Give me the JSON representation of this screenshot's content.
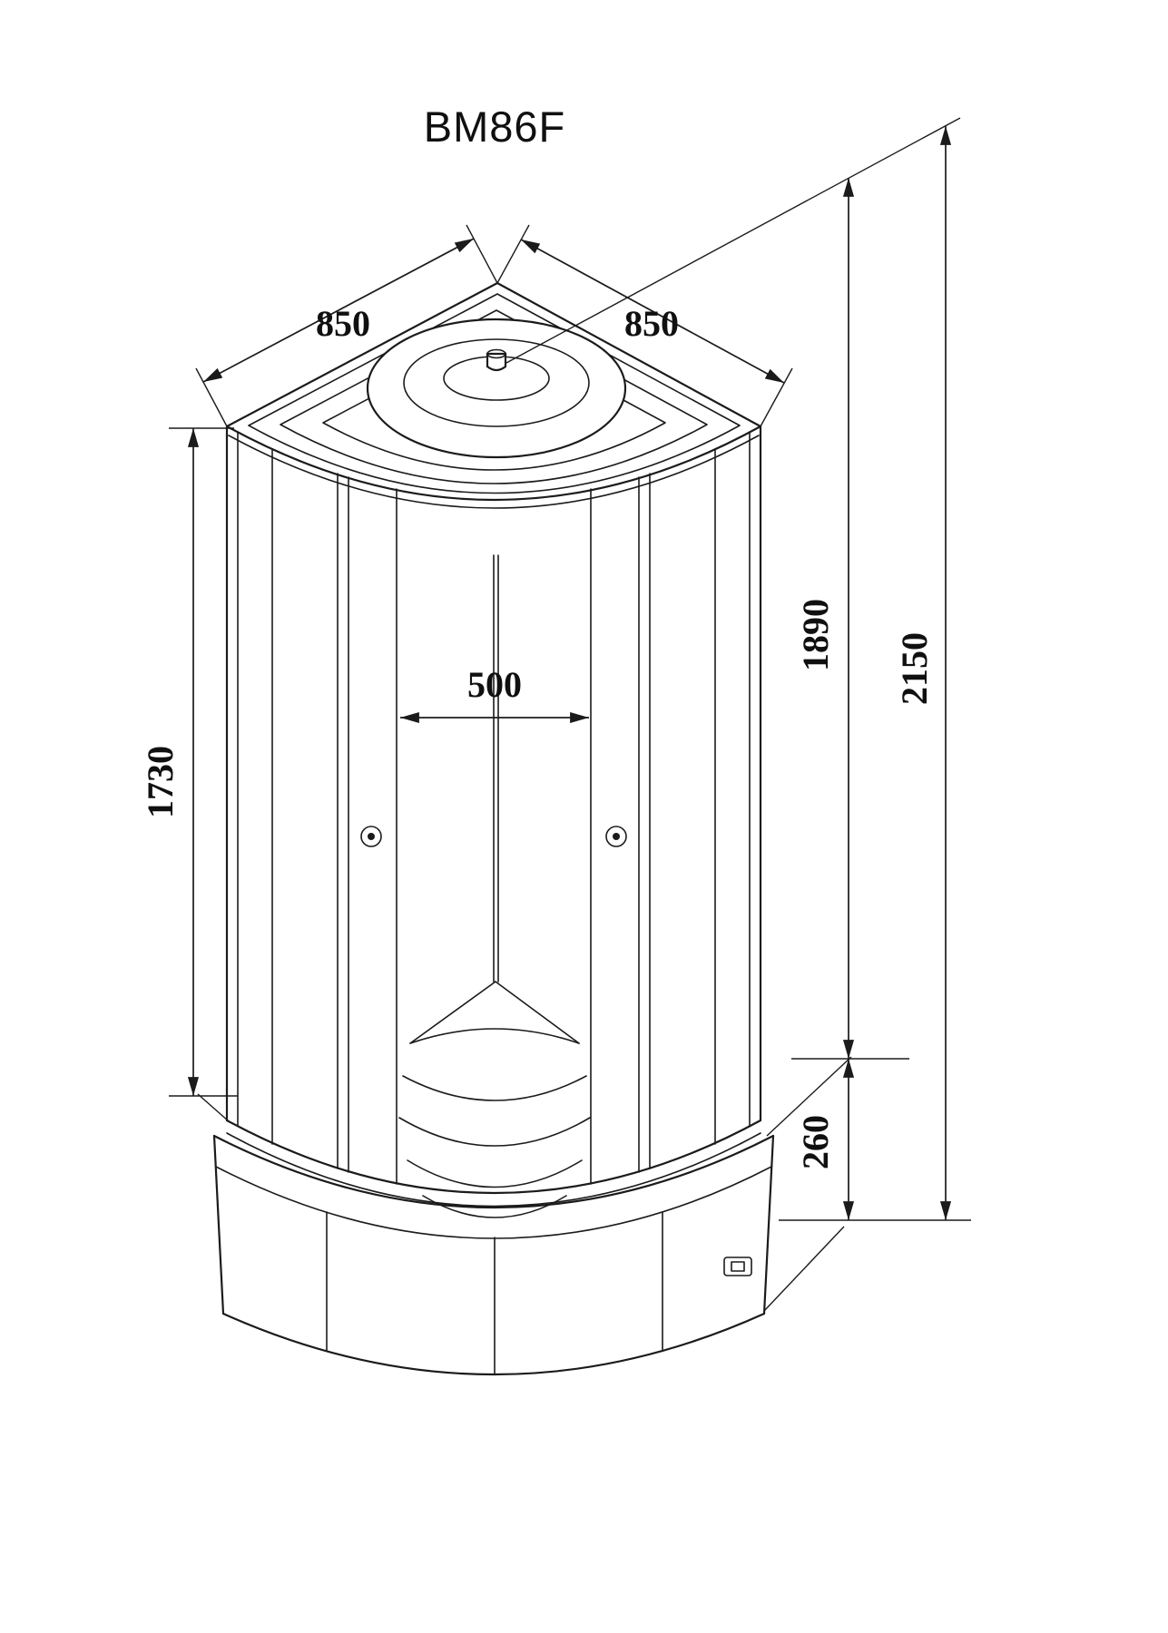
{
  "title": "BM86F",
  "dimensions": {
    "top_width_left": "850",
    "top_width_right": "850",
    "door_opening_width": "500",
    "glass_panel_height": "1730",
    "cabin_body_height": "1890",
    "total_height": "2150",
    "tray_height": "260"
  },
  "colors": {
    "line": "#1b1b1b",
    "background": "#ffffff"
  }
}
